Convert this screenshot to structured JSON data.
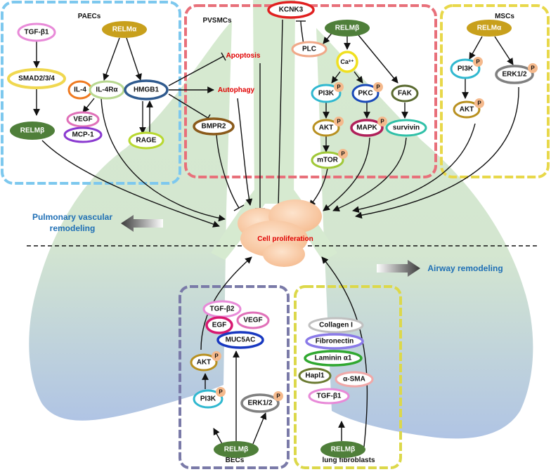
{
  "regions": {
    "paecs": "PAECs",
    "pvsmcs": "PVSMCs",
    "mscs": "MSCs",
    "becs": "BECs",
    "fibroblasts": "lung fibroblasts"
  },
  "processes": {
    "apoptosis": "Apoptosis",
    "autophagy": "Autophagy",
    "cell_proliferation": "Cell proliferation"
  },
  "outcomes": {
    "pulmonary_line1": "Pulmonary vascular",
    "pulmonary_line2": "remodeling",
    "airway": "Airway remodeling"
  },
  "nodes": {
    "tgfb1_paec": "TGF-β1",
    "relma_paec": "RELMα",
    "smad": "SMAD2/3/4",
    "il4": "IL-4",
    "il4ra": "IL-4Rα",
    "hmgb1": "HMGB1",
    "relmb_paec": "RELMβ",
    "vegf_paec": "VEGF",
    "mcp1": "MCP-1",
    "rage": "RAGE",
    "kcnk3": "KCNK3",
    "relmb_pvsmc": "RELMβ",
    "plc": "PLC",
    "ca": "Ca²⁺",
    "pi3k_pvsmc": "PI3K",
    "pkc": "PKC",
    "fak": "FAK",
    "akt_pvsmc": "AKT",
    "mapk": "MAPK",
    "survivin": "survivin",
    "mtor": "mTOR",
    "bmpr2": "BMPR2",
    "relma_msc": "RELMα",
    "pi3k_msc": "PI3K",
    "erk_msc": "ERK1/2",
    "akt_msc": "AKT",
    "tgfb2": "TGF-β2",
    "egf": "EGF",
    "vegf_bec": "VEGF",
    "muc5ac": "MUC5AC",
    "akt_bec": "AKT",
    "pi3k_bec": "PI3K",
    "erk_bec": "ERK1/2",
    "relmb_bec": "RELMβ",
    "collagen": "Collagen I",
    "fibronectin": "Fibronectin",
    "laminin": "Laminin α1",
    "hapl1": "Hapl1",
    "asma": "α-SMA",
    "tgfb1_fib": "TGF-β1",
    "relmb_fib": "RELMβ"
  },
  "phospho_label": "P",
  "colors": {
    "paecs_border": "#7dc8ee",
    "pvsmcs_border": "#e8707a",
    "mscs_border": "#e8d84a",
    "becs_border": "#7a7aa8",
    "fib_border": "#dcd84a",
    "relm_green": "#4f7f3a",
    "relma_gold": "#c8a01c",
    "process_red": "#e00000",
    "outcome_blue": "#1f6fb5",
    "lung_green": "#d4e8c8",
    "lung_blue": "#b4c8e4"
  }
}
